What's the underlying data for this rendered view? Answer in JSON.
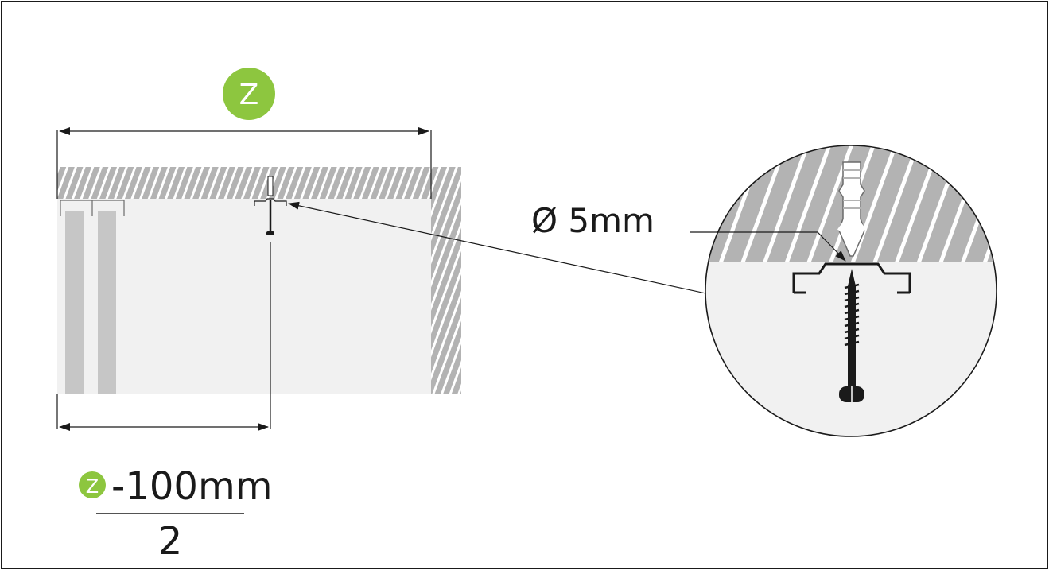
{
  "badge_top": {
    "letter": "Z",
    "color": "#8dc63f"
  },
  "badge_formula": {
    "letter": "Z",
    "color": "#8dc63f"
  },
  "labels": {
    "diameter": "Ø 5mm",
    "formula_numerator": "-100mm",
    "formula_denominator": "2"
  },
  "colors": {
    "wall_hatch_bg": "#b3b3b3",
    "wall_hatch_stripe": "#ffffff",
    "panel_fill": "#f1f1f1",
    "rail_fill": "#c6c6c6",
    "line": "#1a1a1a",
    "border": "#1a1a1a"
  },
  "icons": {
    "anchor": "wall-plug-icon",
    "screw": "screw-icon",
    "bracket": "mounting-bracket-icon"
  }
}
